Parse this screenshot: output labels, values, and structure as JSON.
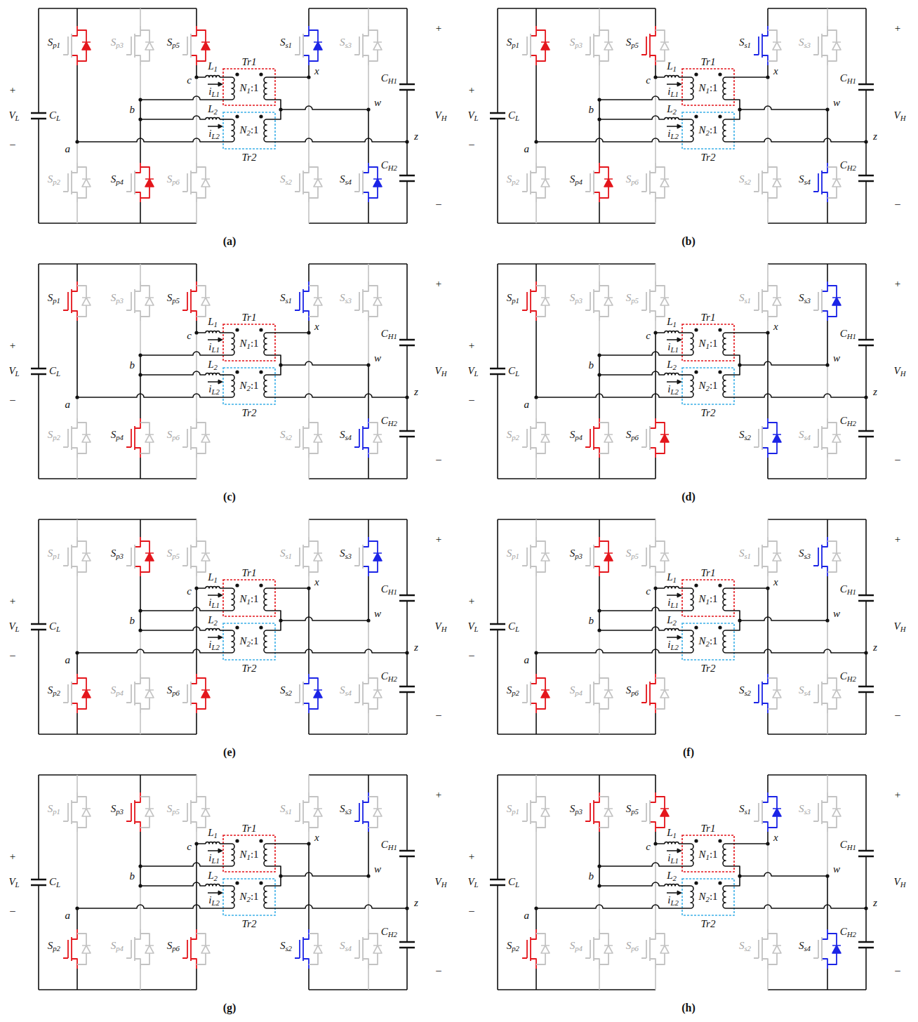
{
  "diagram": {
    "labels": [
      "Sp1",
      "Sp3",
      "Sp5",
      "Sp2",
      "Sp4",
      "Sp6",
      "Ss1",
      "Ss3",
      "Ss2",
      "Ss4",
      "CL",
      "+",
      "VL",
      "–",
      "CH1",
      "CH2",
      "+",
      "VH",
      "–",
      "z",
      "a",
      "b",
      "c",
      "L1",
      "iL1",
      "L2",
      "iL2",
      "N1:1",
      "N2:1",
      "Tr1",
      "Tr2",
      "x",
      "w",
      "(a)",
      "Sp1",
      "Sp3",
      "Sp5",
      "Sp2",
      "Sp4",
      "Sp6",
      "Ss1",
      "Ss3",
      "Ss2",
      "Ss4",
      "CL",
      "+",
      "VL",
      "–",
      "CH1",
      "CH2",
      "+",
      "VH",
      "–",
      "z",
      "a",
      "b",
      "c",
      "L1",
      "iL1",
      "L2",
      "iL2",
      "N1:1",
      "N2:1",
      "Tr1",
      "Tr2",
      "x",
      "w",
      "(b)",
      "Sp1",
      "Sp3",
      "Sp5",
      "Sp2",
      "Sp4",
      "Sp6",
      "Ss1",
      "Ss3",
      "Ss2",
      "Ss4",
      "CL",
      "+",
      "VL",
      "–",
      "CH1",
      "CH2",
      "+",
      "VH",
      "–",
      "z",
      "a",
      "b",
      "c",
      "L1",
      "iL1",
      "L2",
      "iL2",
      "N1:1",
      "N2:1",
      "Tr1",
      "Tr2",
      "x",
      "w",
      "(c)",
      "Sp1",
      "Sp3",
      "Sp5",
      "Sp2",
      "Sp4",
      "Sp6",
      "Ss1",
      "Ss3",
      "Ss2",
      "Ss4",
      "CL",
      "+",
      "VL",
      "–",
      "CH1",
      "CH2",
      "+",
      "VH",
      "–",
      "z",
      "a",
      "b",
      "c",
      "L1",
      "iL1",
      "L2",
      "iL2",
      "N1:1",
      "N2:1",
      "Tr1",
      "Tr2",
      "x",
      "w",
      "(d)",
      "Sp1",
      "Sp3",
      "Sp5",
      "Sp2",
      "Sp4",
      "Sp6",
      "Ss1",
      "Ss3",
      "Ss2",
      "Ss4",
      "CL",
      "+",
      "VL",
      "–",
      "CH1",
      "CH2",
      "+",
      "VH",
      "–",
      "z",
      "a",
      "b",
      "c",
      "L1",
      "iL1",
      "L2",
      "iL2",
      "N1:1",
      "N2:1",
      "Tr1",
      "Tr2",
      "x",
      "w",
      "(e)",
      "Sp1",
      "Sp3",
      "Sp5",
      "Sp2",
      "Sp4",
      "Sp6",
      "Ss1",
      "Ss3",
      "Ss2",
      "Ss4",
      "CL",
      "+",
      "VL",
      "–",
      "CH1",
      "CH2",
      "+",
      "VH",
      "–",
      "z",
      "a",
      "b",
      "c",
      "L1",
      "iL1",
      "L2",
      "iL2",
      "N1:1",
      "N2:1",
      "Tr1",
      "Tr2",
      "x",
      "w",
      "(f)",
      "Sp1",
      "Sp3",
      "Sp5",
      "Sp2",
      "Sp4",
      "Sp6",
      "Ss1",
      "Ss3",
      "Ss2",
      "Ss4",
      "CL",
      "+",
      "VL",
      "–",
      "CH1",
      "CH2",
      "+",
      "VH",
      "–",
      "z",
      "a",
      "b",
      "c",
      "L1",
      "iL1",
      "L2",
      "iL2",
      "N1:1",
      "N2:1",
      "Tr1",
      "Tr2",
      "x",
      "w",
      "(g)",
      "Sp1",
      "Sp3",
      "Sp5",
      "Sp2",
      "Sp4",
      "Sp6",
      "Ss1",
      "Ss3",
      "Ss2",
      "Ss4",
      "CL",
      "+",
      "VL",
      "–",
      "CH1",
      "CH2",
      "+",
      "VH",
      "–",
      "z",
      "a",
      "b",
      "c",
      "L1",
      "iL1",
      "L2",
      "iL2",
      "N1:1",
      "N2:1",
      "Tr1",
      "Tr2",
      "x",
      "w",
      "(h)"
    ]
  }
}
